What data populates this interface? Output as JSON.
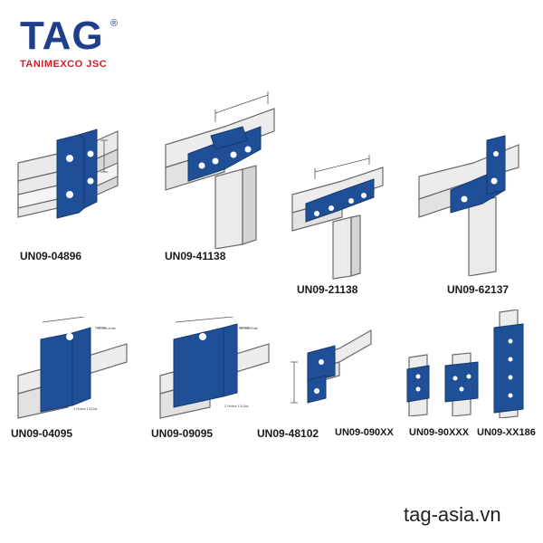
{
  "brand": {
    "mark": "TAG",
    "registered": "®",
    "company": "TANIMEXCO JSC"
  },
  "colors": {
    "part_blue": "#1f4f97",
    "channel_gray": "#e6e6e6",
    "outline": "#6a6a6a",
    "brand_blue": "#1f3f8a",
    "brand_red": "#d01f2a"
  },
  "products": [
    {
      "code": "UN09-04896"
    },
    {
      "code": "UN09-41138"
    },
    {
      "code": "UN09-21138"
    },
    {
      "code": "UN09-62137"
    },
    {
      "code": "UN09-04095"
    },
    {
      "code": "UN09-09095"
    },
    {
      "code": "UN09-48102"
    },
    {
      "code": "UN09-090XX"
    },
    {
      "code": "UN09-90XXX"
    },
    {
      "code": "UN09-XX186"
    }
  ],
  "annotations": {
    "dia_hole": "14 Dia.Hole",
    "holes_dia": "2 Holes 13 Dia."
  },
  "footer": {
    "website": "tag-asia.vn"
  }
}
